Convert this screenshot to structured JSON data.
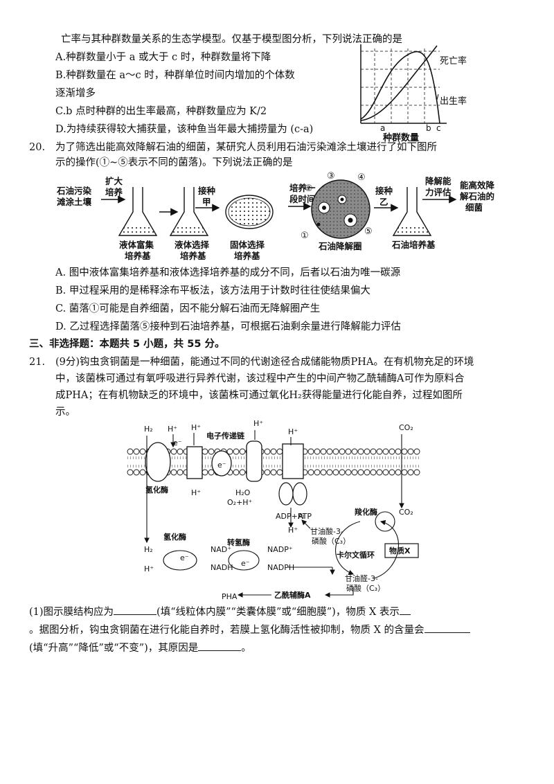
{
  "q19": {
    "stem_tail": "亡率与其种群数量关系的生态学模型。仅基于模型图分析，下列说法正确的是",
    "options": [
      "A.种群数量小于 a 或大于 c 时，种群数量将下降",
      "B.种群数量在 a～c 时，种群单位时间内增加的个体数",
      "逐渐增多",
      "C.b 点时种群的出生率最高，种群数量应为 K/2",
      "D.为持续获得较大捕获量，该种鱼当年最大捕捞量为 (c-a)"
    ],
    "graph": {
      "death_label": "死亡率",
      "birth_label": "出生率",
      "xlabel": "种群数量",
      "ticks": [
        "a",
        "b",
        "c"
      ]
    }
  },
  "q20": {
    "number": "20.",
    "stem_line1": "为了筛选出能高效降解石油的细菌，某研究人员利用石油污染滩涂土壤进行了如下图所",
    "stem_line2": "示的操作(①~⑤表示不同的菌落)。下列说法正确的是",
    "flow": {
      "soil": [
        "石油污染",
        "滩涂土壤"
      ],
      "expand": [
        "扩大",
        "培养"
      ],
      "flask1": [
        "液体富集",
        "培养基"
      ],
      "flask2": [
        "液体选择",
        "培养基"
      ],
      "inoculate_jia": [
        "接种",
        "甲"
      ],
      "plate": [
        "固体选择",
        "培养基"
      ],
      "culture": [
        "培养一",
        "段时间"
      ],
      "halo": "石油降解圈",
      "inoculate_yi": [
        "接种",
        "乙"
      ],
      "evaluate": [
        "降解能",
        "力评估"
      ],
      "flask3": "石油培养基",
      "result": [
        "能高效降",
        "解石油的",
        "细菌"
      ],
      "colonies": [
        "①",
        "②",
        "③",
        "④",
        "⑤"
      ]
    },
    "options": [
      "A. 图中液体富集培养基和液体选择培养基的成分不同，后者以石油为唯一碳源",
      "B. 甲过程采用的是稀释涂布平板法，该方法用于计数时往往使结果偏大",
      "C. 菌落①可能是自养细菌，因不能分解石油而无降解圈产生",
      "D. 乙过程选择菌落⑤接种到石油培养基，可根据石油剩余量进行降解能力评估"
    ]
  },
  "section3": "三、非选择题：本题共 5 小题，共 55 分。",
  "q21": {
    "number": "21.",
    "para_line1": "(9分)钩虫贪铜菌是一种细菌，能通过不同的代谢途径合成储能物质PHA。在有机物充足的环境",
    "para_line2": "中，该菌株可通过有氧呼吸进行异养代谢，该过程中产生的中间产物乙酰辅酶A可作为原料合",
    "para_line3": "成PHA；在有机物缺乏的环境中，该菌株可通过氧化H₂获得能量进行化能自养，过程如图所",
    "para_line4": "示。",
    "diagram": {
      "h2": "H₂",
      "hplus": "H⁺",
      "eminus": "e⁻",
      "etc": "电子传递链",
      "hydrogenase": "氢化酶",
      "o2": "O₂+H⁺",
      "h2o": "H₂O",
      "adp": "ADP+Pi",
      "atp": "ATP",
      "co2": "CO₂",
      "rubisco": "羧化酶",
      "g3p_top": [
        "甘油酸-3-",
        "磷酸（C₃）"
      ],
      "calvin": "卡尔文循环",
      "substance_x": "物质X",
      "g3p_bottom": [
        "甘油醛-3-",
        "磷酸（C₃）"
      ],
      "transhydrogenase": "转氢酶",
      "nad": "NAD⁺",
      "nadh": "NADH",
      "nadp": "NADP⁺",
      "nadph": "NADPH",
      "pha": "PHA",
      "acetyl": "乙酰辅酶A"
    },
    "sub1_a": "(1)图示膜结构应为",
    "sub1_b": "(填“线粒体内膜”“类囊体膜”或“细胞膜”)，物质 X 表示",
    "sub1_c": "。据图分析，钩虫贪铜菌在进行化能自养时，若膜上氢化酶活性被抑制，物质 X 的含量会",
    "sub1_d": "(填“升高”“降低”或“不变”)，其原因是",
    "sub1_e": "。"
  }
}
